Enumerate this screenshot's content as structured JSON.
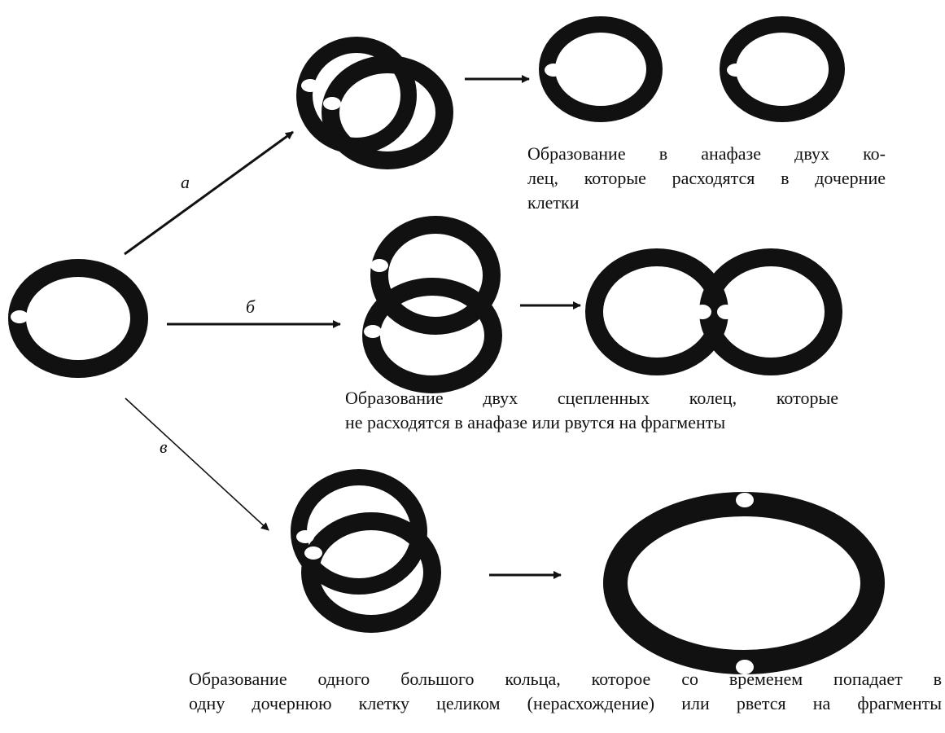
{
  "colors": {
    "ring": "#111111",
    "marker": "#ffffff",
    "background": "#ffffff"
  },
  "pathways": [
    {
      "letter": "а",
      "caption_lines": [
        "Образование в анафазе двух ко-",
        "лец, которые расходятся в дочерние",
        "клетки"
      ]
    },
    {
      "letter": "б",
      "caption_lines": [
        "Образование двух сцепленных колец, которые",
        "не расходятся в анафазе или рвутся на фрагменты"
      ]
    },
    {
      "letter": "в",
      "caption_lines": [
        "Образование одного большого кольца, которое со временем попадает в",
        "одну дочернюю клетку целиком (нерасхождение) или рвется на фрагменты"
      ]
    }
  ]
}
